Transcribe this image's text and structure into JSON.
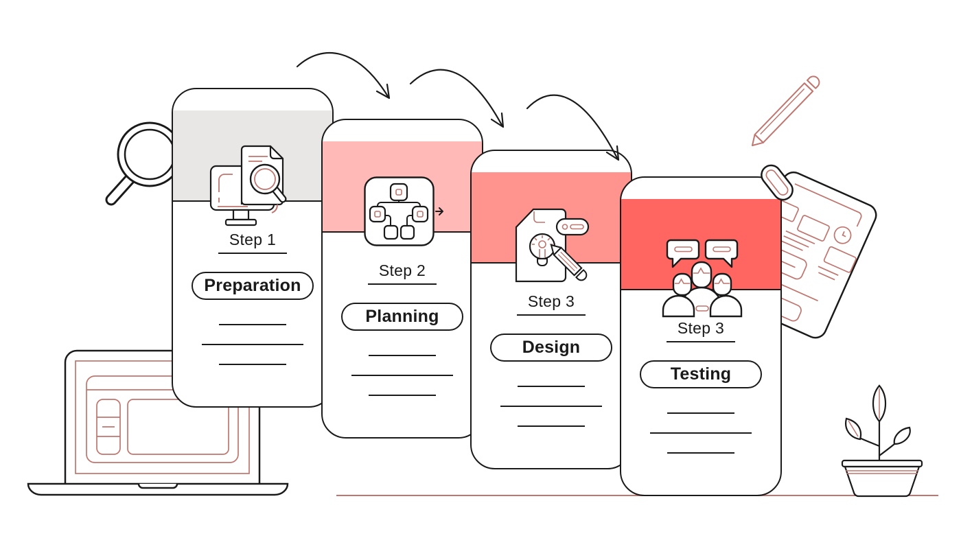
{
  "cards": [
    {
      "step_label": "Step 1",
      "button_label": "Preparation",
      "icon": "research-monitor-magnifier-icon",
      "header_color": "#e8e7e5"
    },
    {
      "step_label": "Step 2",
      "button_label": "Planning",
      "icon": "flowchart-icon",
      "header_color": "#ffb9b6"
    },
    {
      "step_label": "Step 3",
      "button_label": "Design",
      "icon": "document-idea-pencil-icon",
      "header_color": "#ff938e"
    },
    {
      "step_label": "Step 3",
      "button_label": "Testing",
      "icon": "team-discussion-icon",
      "header_color": "#ff6661"
    }
  ],
  "colors": {
    "outline": "#1a1a1a",
    "sketch_accent": "#c0756e",
    "background": "#ffffff",
    "header_gray": "#e8e7e5",
    "header_pink_light": "#ffb9b6",
    "header_pink_medium": "#ff938e",
    "header_red": "#ff6661"
  },
  "decorations": [
    "magnifier-icon",
    "laptop-icon",
    "pencil-icon",
    "paperclip-icon",
    "notepad-icon",
    "plant-icon",
    "flow-arrow-1",
    "flow-arrow-2",
    "flow-arrow-3"
  ]
}
